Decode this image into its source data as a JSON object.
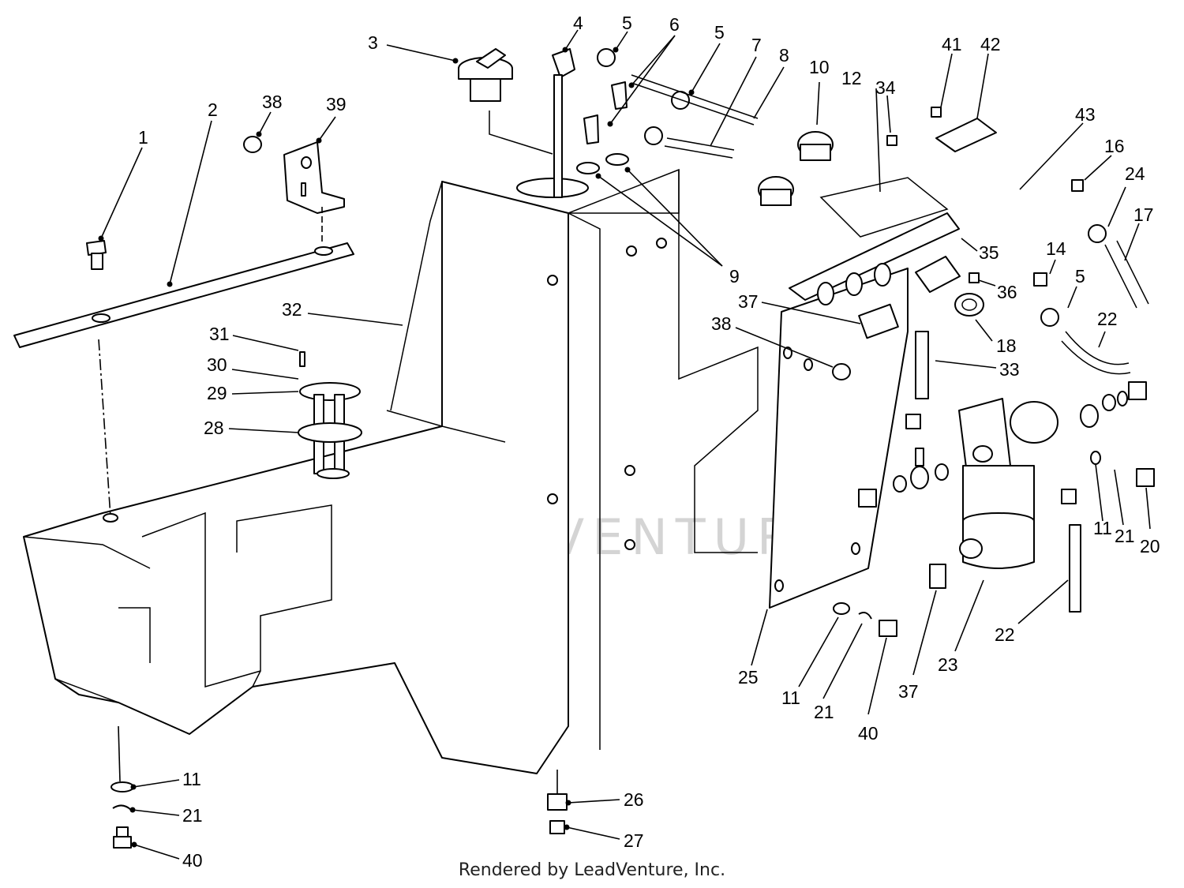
{
  "diagram": {
    "watermark": "LEADVENTURE",
    "footer": "Rendered by LeadVenture, Inc.",
    "callouts": [
      {
        "label": "1"
      },
      {
        "label": "2"
      },
      {
        "label": "38"
      },
      {
        "label": "39"
      },
      {
        "label": "3"
      },
      {
        "label": "4"
      },
      {
        "label": "5"
      },
      {
        "label": "6"
      },
      {
        "label": "5"
      },
      {
        "label": "7"
      },
      {
        "label": "8"
      },
      {
        "label": "10"
      },
      {
        "label": "12"
      },
      {
        "label": "34"
      },
      {
        "label": "41"
      },
      {
        "label": "42"
      },
      {
        "label": "43"
      },
      {
        "label": "16"
      },
      {
        "label": "24"
      },
      {
        "label": "17"
      },
      {
        "label": "9"
      },
      {
        "label": "35"
      },
      {
        "label": "14"
      },
      {
        "label": "36"
      },
      {
        "label": "5"
      },
      {
        "label": "22"
      },
      {
        "label": "37"
      },
      {
        "label": "38"
      },
      {
        "label": "18"
      },
      {
        "label": "33"
      },
      {
        "label": "32"
      },
      {
        "label": "31"
      },
      {
        "label": "30"
      },
      {
        "label": "29"
      },
      {
        "label": "28"
      },
      {
        "label": "11"
      },
      {
        "label": "21"
      },
      {
        "label": "20"
      },
      {
        "label": "22"
      },
      {
        "label": "25"
      },
      {
        "label": "11"
      },
      {
        "label": "21"
      },
      {
        "label": "40"
      },
      {
        "label": "37"
      },
      {
        "label": "23"
      },
      {
        "label": "11"
      },
      {
        "label": "21"
      },
      {
        "label": "40"
      },
      {
        "label": "26"
      },
      {
        "label": "27"
      }
    ]
  }
}
